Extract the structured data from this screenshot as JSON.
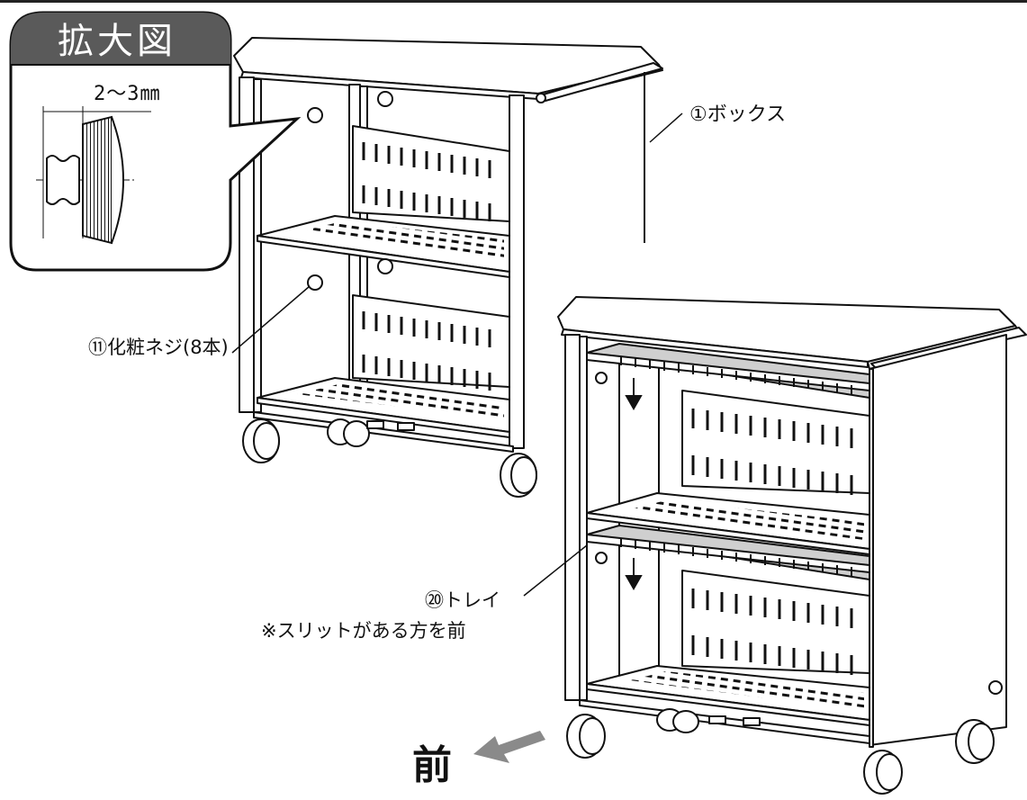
{
  "zoom": {
    "title": "拡大図",
    "dimension": "2～3㎜"
  },
  "labels": {
    "box": "①ボックス",
    "screws": "⑪化粧ネジ(8本)",
    "tray": "⑳トレイ",
    "tray_note": "※スリットがある方を前",
    "front": "前"
  },
  "colors": {
    "line": "#111111",
    "title_fill": "#5a5a5a",
    "tray_fill": "#cfcfcf"
  },
  "icons": {
    "front_arrow": "arrow-down-left-icon",
    "tray_arrows": "arrow-down-icon"
  }
}
